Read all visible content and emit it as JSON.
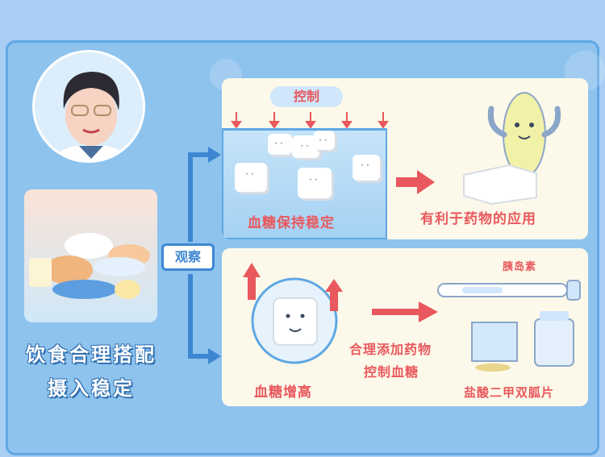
{
  "caption": {
    "line1": "饮食合理搭配",
    "line2": "摄入稳定"
  },
  "observe": {
    "label": "观察"
  },
  "top_panel": {
    "control_label": "控制",
    "stable_label": "血糖保持稳定",
    "benefit_label": "有利于药物的应用"
  },
  "bottom_panel": {
    "rise_label": "血糖增高",
    "add_drug_line1": "合理添加药物",
    "add_drug_line2": "控制血糖",
    "insulin_label": "胰岛素",
    "metformin_label": "盐酸二甲双胍片"
  },
  "colors": {
    "accent_red": "#e8585c",
    "accent_blue": "#3d86d2",
    "panel_bg": "#fdf9ea"
  }
}
